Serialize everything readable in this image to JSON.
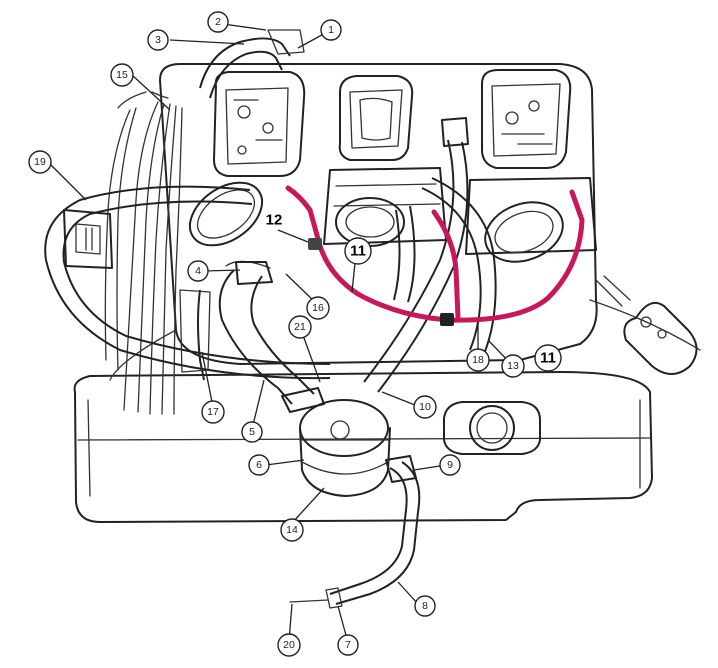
{
  "colors": {
    "line_ink": "#222222",
    "vacuum_hose": "#c8175a",
    "background": "#ffffff"
  },
  "callouts": {
    "c1": "1",
    "c2": "2",
    "c3": "3",
    "c4": "4",
    "c5": "5",
    "c6": "6",
    "c7": "7",
    "c8": "8",
    "c9": "9",
    "c10": "10",
    "c11a": "11",
    "c11b": "11",
    "c12": "12",
    "c13": "13",
    "c14": "14",
    "c15": "15",
    "c16": "16",
    "c17": "17",
    "c18": "18",
    "c19": "19",
    "c20": "20",
    "c21": "21"
  }
}
